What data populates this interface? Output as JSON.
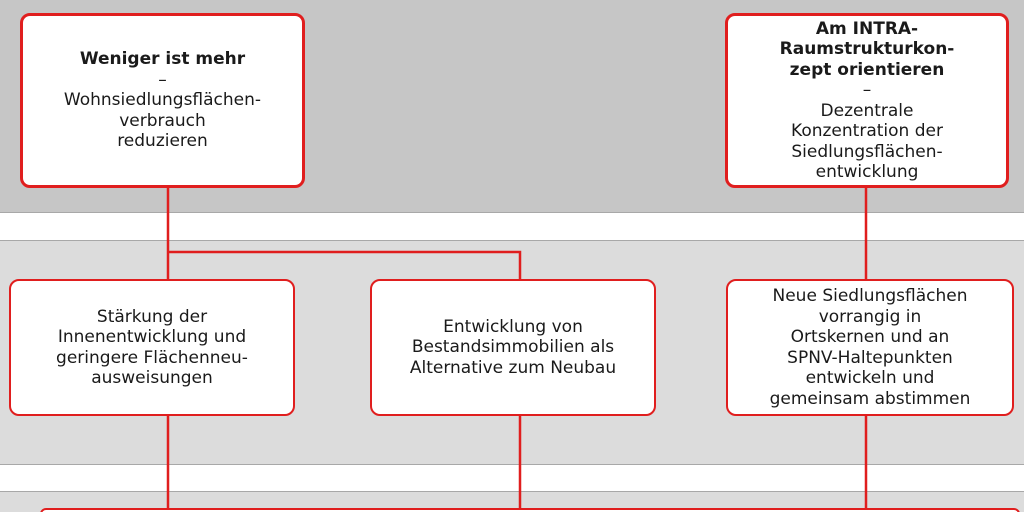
{
  "top_left": {
    "title": "Weniger ist mehr",
    "dash": "–",
    "lines": [
      "Wohnsiedlungsflächen-",
      "verbrauch",
      "reduzieren"
    ]
  },
  "top_right": {
    "title_lines": [
      "Am INTRA-",
      "Raumstrukturkon-",
      "zept orientieren"
    ],
    "dash": "–",
    "lines": [
      "Dezentrale",
      "Konzentration der",
      "Siedlungsflächen-",
      "entwicklung"
    ]
  },
  "mid_left": {
    "lines": [
      "Stärkung der",
      "Innenentwicklung und",
      "geringere Flächenneu-",
      "ausweisungen"
    ]
  },
  "mid_center": {
    "lines": [
      "Entwicklung von",
      "Bestandsimmobilien als",
      "Alternative zum Neubau"
    ]
  },
  "mid_right": {
    "lines": [
      "Neue Siedlungsflächen",
      "vorrangig in",
      "Ortskernen und an",
      "SPNV-Haltepunkten",
      "entwickeln und",
      "gemeinsam abstimmen"
    ]
  },
  "colors": {
    "accent": "#e01e1e",
    "band_top": "#c6c6c6",
    "band_middle": "#dcdcdc"
  }
}
